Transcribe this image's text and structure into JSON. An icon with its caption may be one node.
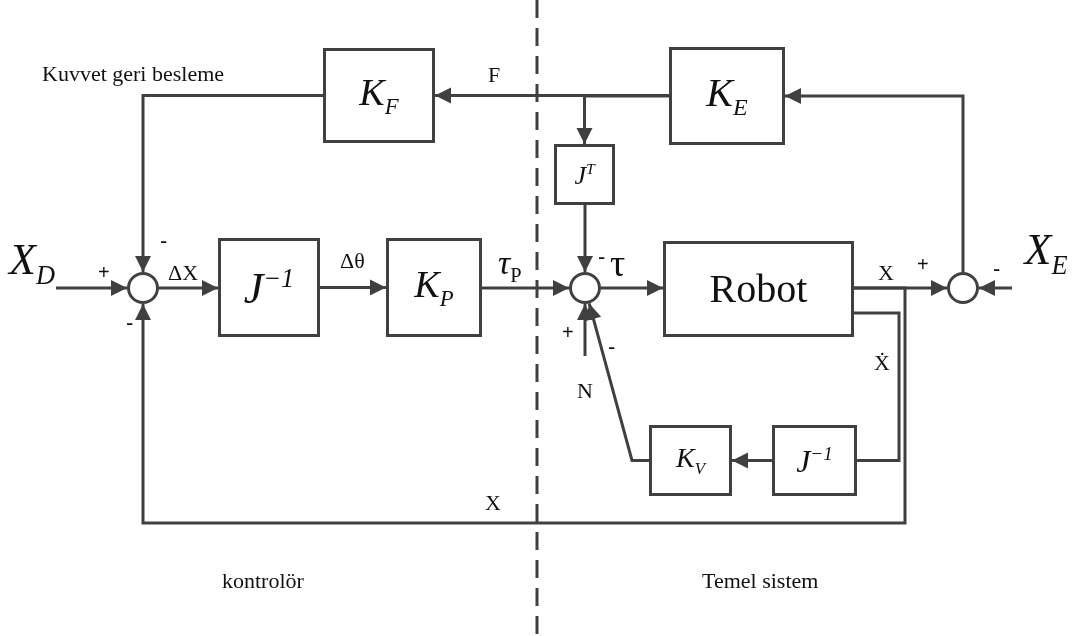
{
  "diagram": {
    "nodes": [
      {
        "text": [
          "X$_{D}$"
        ]
      },
      {
        "text": [],
        "shape": "circle"
      },
      {
        "text": [
          "J$^{−1}$"
        ]
      },
      {
        "text": [
          "K$_{P}$"
        ]
      },
      {
        "text": [],
        "shape": "circle"
      },
      {
        "text": [
          "Robot"
        ]
      },
      {
        "text": [],
        "shape": "circle"
      },
      {
        "text": [
          "X$_{E}$"
        ]
      },
      {
        "text": [
          "K$_{E}$"
        ]
      },
      {
        "text": [
          "K$_{F}$"
        ]
      },
      {
        "text": [
          "J$^{T}$"
        ]
      },
      {
        "text": [
          "J$^{−1}$"
        ]
      },
      {
        "text": [
          "K$_{V}$"
        ]
      },
      {
        "text": [
          "N"
        ]
      }
    ],
    "edges": [
      {
        "from": 0,
        "to": 1,
        "arrow": "to"
      },
      {
        "from": 1,
        "to": 2,
        "arrow": "to",
        "label": "ΔX"
      },
      {
        "from": 2,
        "to": 3,
        "arrow": "to",
        "label": "Δθ"
      },
      {
        "from": 3,
        "to": 4,
        "arrow": "to",
        "label": "*τ*$_{P}$"
      },
      {
        "from": 4,
        "to": 5,
        "arrow": "to",
        "label": "τ"
      },
      {
        "from": 5,
        "to": 6,
        "arrow": "to",
        "label": "X"
      },
      {
        "from": 7,
        "to": 6,
        "arrow": "to"
      },
      {
        "from": 6,
        "to": 8,
        "arrow": "to"
      },
      {
        "from": 8,
        "to": 9,
        "arrow": "to",
        "label": "F"
      },
      {
        "from": 8,
        "to": 10,
        "arrow": "to"
      },
      {
        "from": 10,
        "to": 4,
        "arrow": "to"
      },
      {
        "from": 9,
        "to": 1,
        "arrow": "to"
      },
      {
        "from": 5,
        "to": 11,
        "arrow": "none",
        "label": "Ẋ"
      },
      {
        "from": 11,
        "to": 12,
        "arrow": "to"
      },
      {
        "from": 12,
        "to": 4,
        "arrow": "to"
      },
      {
        "from": 13,
        "to": 4,
        "arrow": "to"
      },
      {
        "from": 5,
        "to": 1,
        "arrow": "to",
        "label": "X"
      }
    ],
    "labels": [
      "Kuvvet geri besleme",
      "+",
      "-",
      "-",
      "-",
      "+",
      "-",
      "+",
      "-",
      "kontrolör",
      "Temel sistem"
    ]
  }
}
